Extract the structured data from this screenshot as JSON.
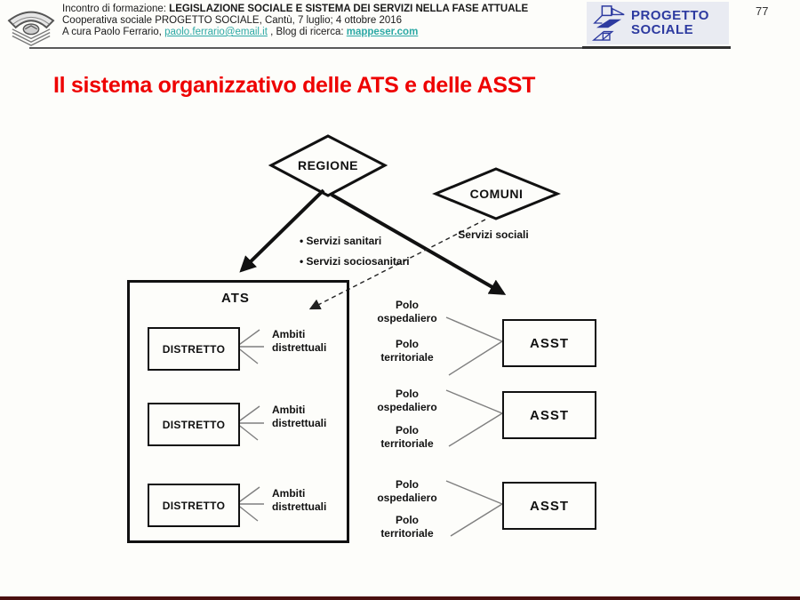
{
  "page": {
    "number": "77"
  },
  "header": {
    "line1_prefix": "Incontro di formazione: ",
    "line1_bold": "LEGISLAZIONE SOCIALE E SISTEMA DEI SERVIZI NELLA FASE ATTUALE",
    "line2": "Cooperativa sociale PROGETTO SOCIALE, Cantù, 7 luglio; 4 ottobre 2016",
    "line3_prefix": "A cura Paolo Ferrario, ",
    "email_link": "paolo.ferrario@email.it",
    "line3_middle": " , Blog di ricerca: ",
    "blog_link": "mappeser.com",
    "logo_word1": "PROGETTO",
    "logo_word2": "SOCIALE",
    "left_logo_name": "handshake-book-emblem"
  },
  "title": "Il sistema organizzativo delle ATS e delle ASST",
  "diagram": {
    "regione": "REGIONE",
    "comuni": "COMUNI",
    "bullet1": "• Servizi sanitari",
    "bullet2": "• Servizi sociosanitari",
    "servizi_sociali": "Servizi sociali",
    "ats": "ATS",
    "distretto": "DISTRETTO",
    "ambiti_line1": "Ambiti",
    "ambiti_line2": "distrettuali",
    "asst": "ASST",
    "polo": "Polo",
    "ospedaliero": "ospedaliero",
    "territoriale": "territoriale",
    "row_count": 3
  },
  "colors": {
    "title_red": "#ee0000",
    "link_teal": "#2ca9a5",
    "logo_blue": "#2d3aa0",
    "footer_maroon": "#4a1010",
    "diagram_line_gray": "#7f7f7f",
    "diagram_black": "#111111"
  }
}
